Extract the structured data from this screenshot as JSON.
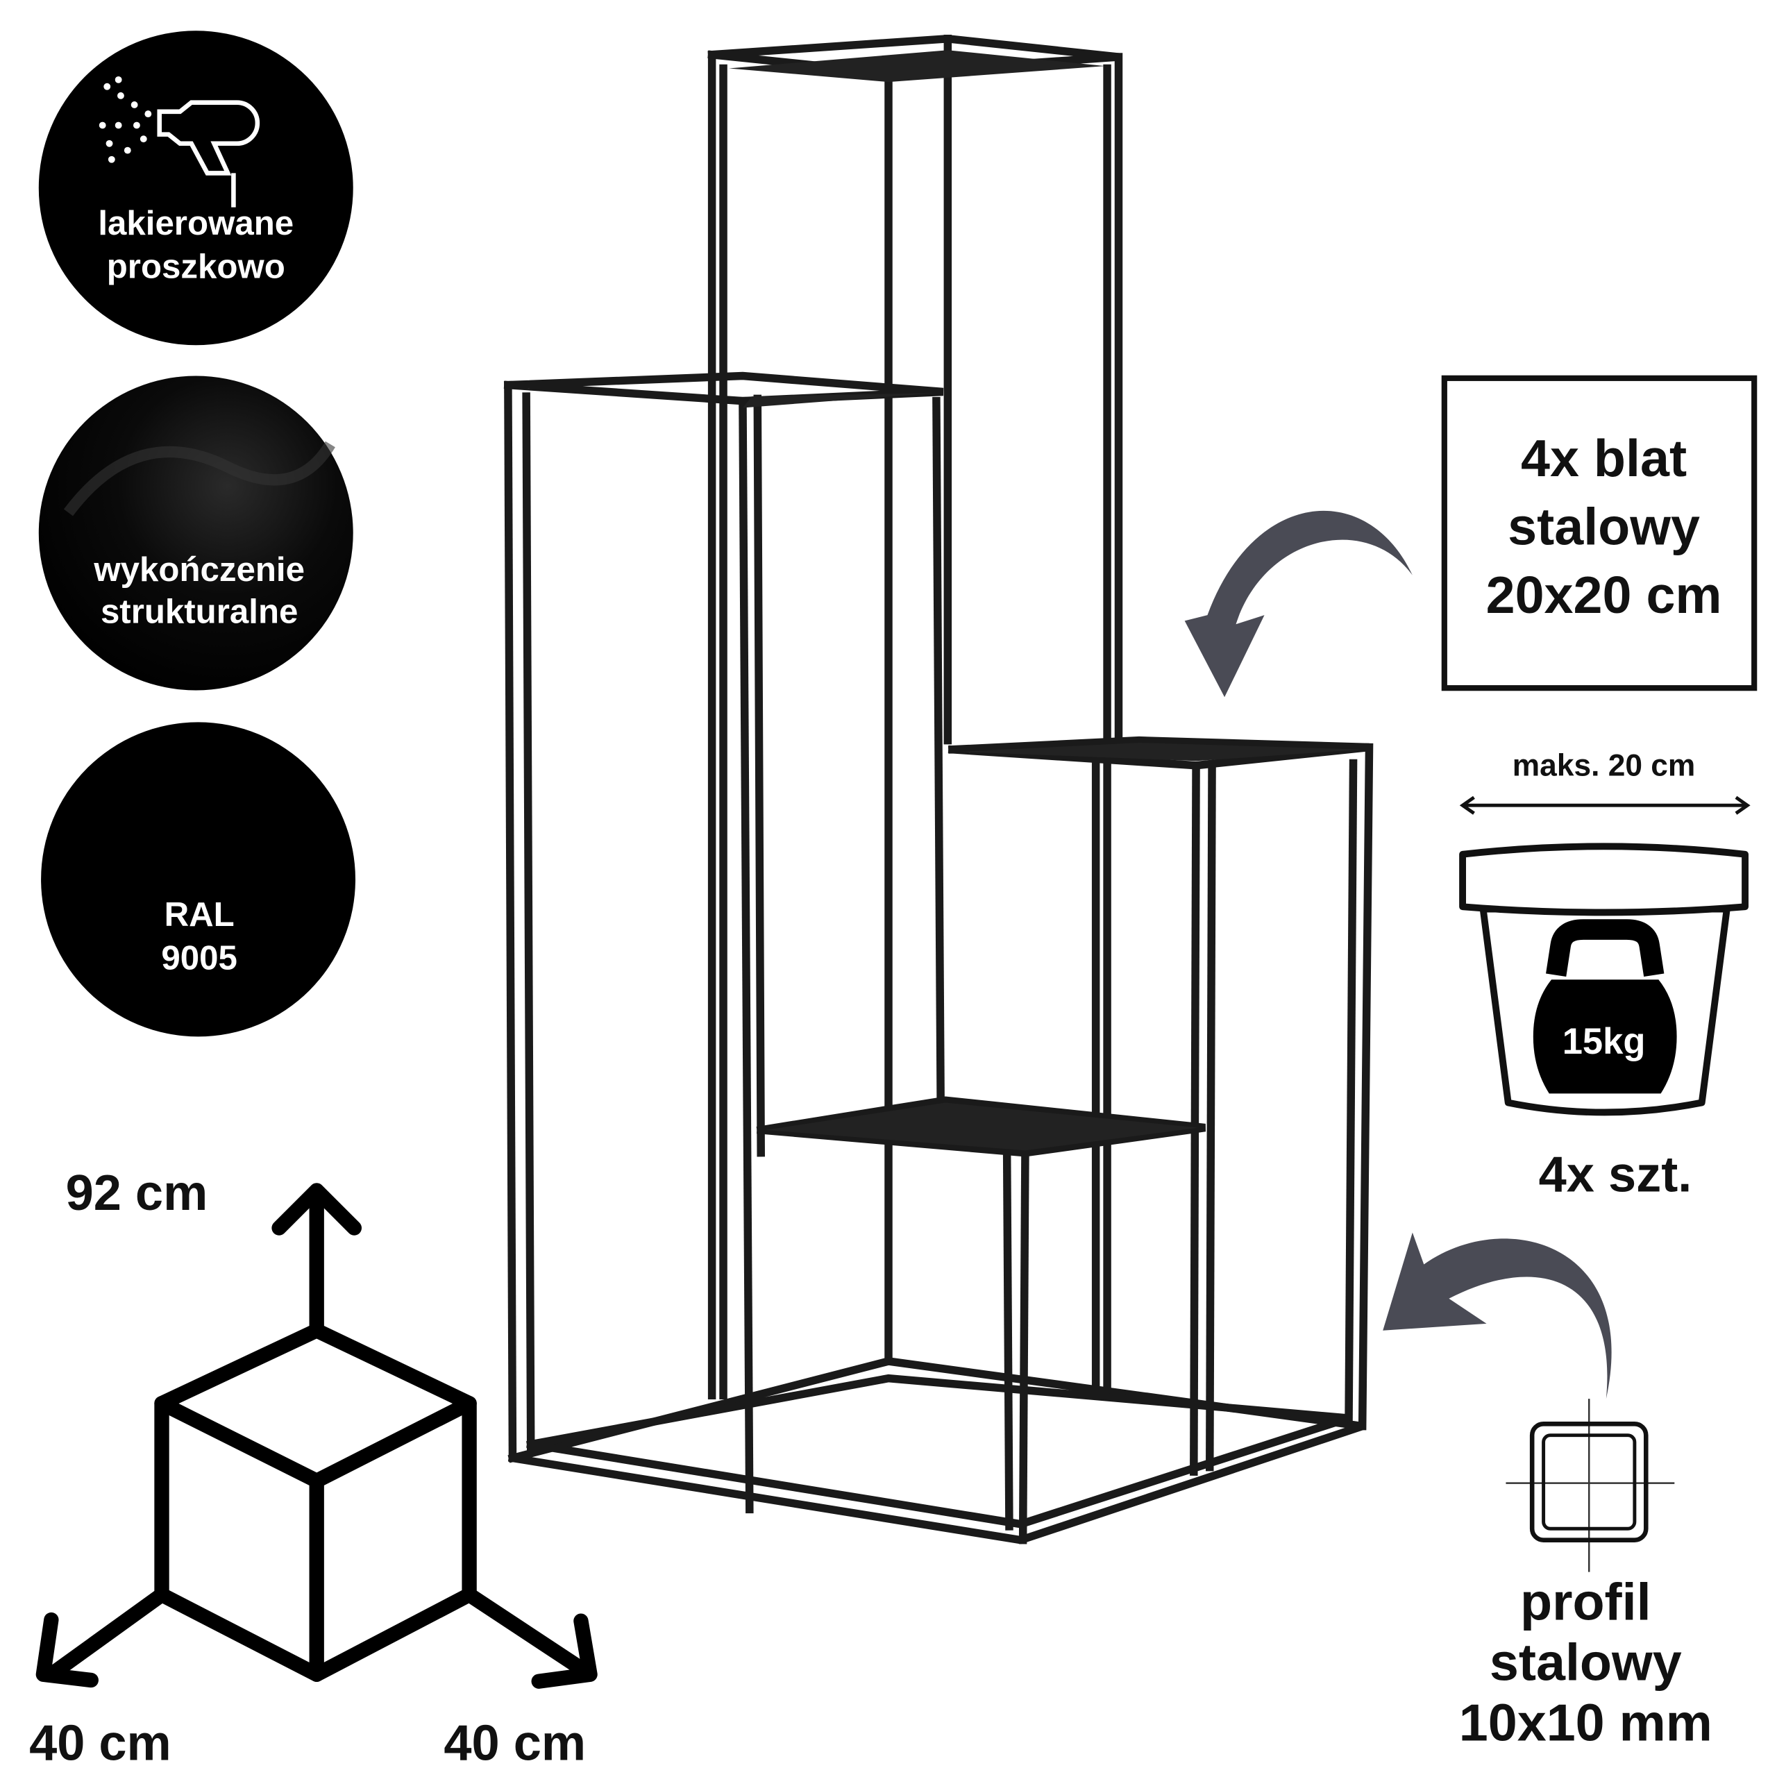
{
  "badges": [
    {
      "line1": "lakierowane",
      "line2": "proszkowo",
      "icon": "spray-gun-icon"
    },
    {
      "line1": "wykończenie",
      "line2": "strukturalne",
      "icon": "texture-swatch"
    },
    {
      "line1": "RAL",
      "line2": "9005",
      "icon": "color-swatch"
    }
  ],
  "dimensions": {
    "height": "92 cm",
    "width": "40 cm",
    "depth": "40 cm"
  },
  "shelves_box": {
    "line1": "4x blat",
    "line2": "stalowy",
    "line3": "20x20 cm"
  },
  "pot": {
    "max_label": "maks. 20 cm",
    "weight": "15kg",
    "count": "4x szt."
  },
  "profile": {
    "line1": "profil",
    "line2": "stalowy",
    "line3": "10x10 mm"
  },
  "colors": {
    "badge": "#000000",
    "arrow": "#4a4b55",
    "frame": "#1a1a1a"
  }
}
